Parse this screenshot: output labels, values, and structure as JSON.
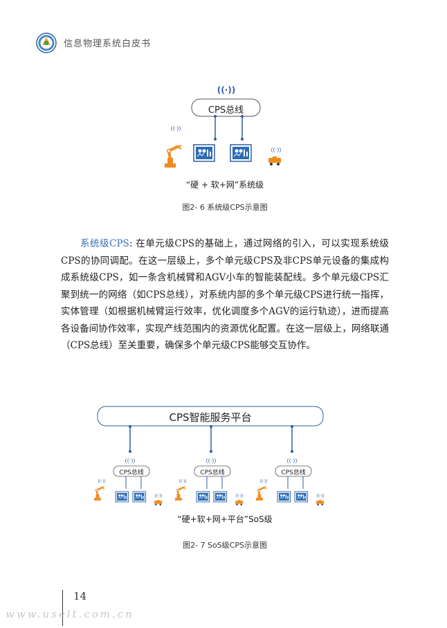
{
  "header": {
    "title": "信息物理系统白皮书"
  },
  "figure1": {
    "bus_label": "CPS总线",
    "subtitle": "“硬 + 软+网”系统级",
    "caption": "图2- 6 系统级CPS示意图"
  },
  "body": {
    "keyword": "系统级CPS",
    "text": ": 在单元级CPS的基础上，通过网络的引入，可以实现系统级CPS的协同调配。在这一层级上，多个单元级CPS及非CPS单元设备的集成构成系统级CPS，如一条含机械臂和AGV小车的智能装配线。多个单元级CPS汇聚到统一的网络（如CPS总线），对系统内部的多个单元级CPS进行统一指挥，实体管理（如根据机械臂运行效率，优化调度多个AGV的运行轨迹），进而提高各设备间协作效率，实现产线范围内的资源优化配置。在这一层级上，网络联通（CPS总线）至关重要，确保多个单元级CPS能够交互协作。"
  },
  "figure2": {
    "platform_label": "CPS智能服务平台",
    "bus_label": "CPS总线",
    "subtitle": "“硬+软+网+平台”SoS级",
    "caption": "图2- 7 SoS级CPS示意图"
  },
  "footer": {
    "page_number": "14",
    "watermark": "www.uselt.com.cn"
  },
  "colors": {
    "accent": "#3a6fb5",
    "robot": "#f08c1e"
  }
}
